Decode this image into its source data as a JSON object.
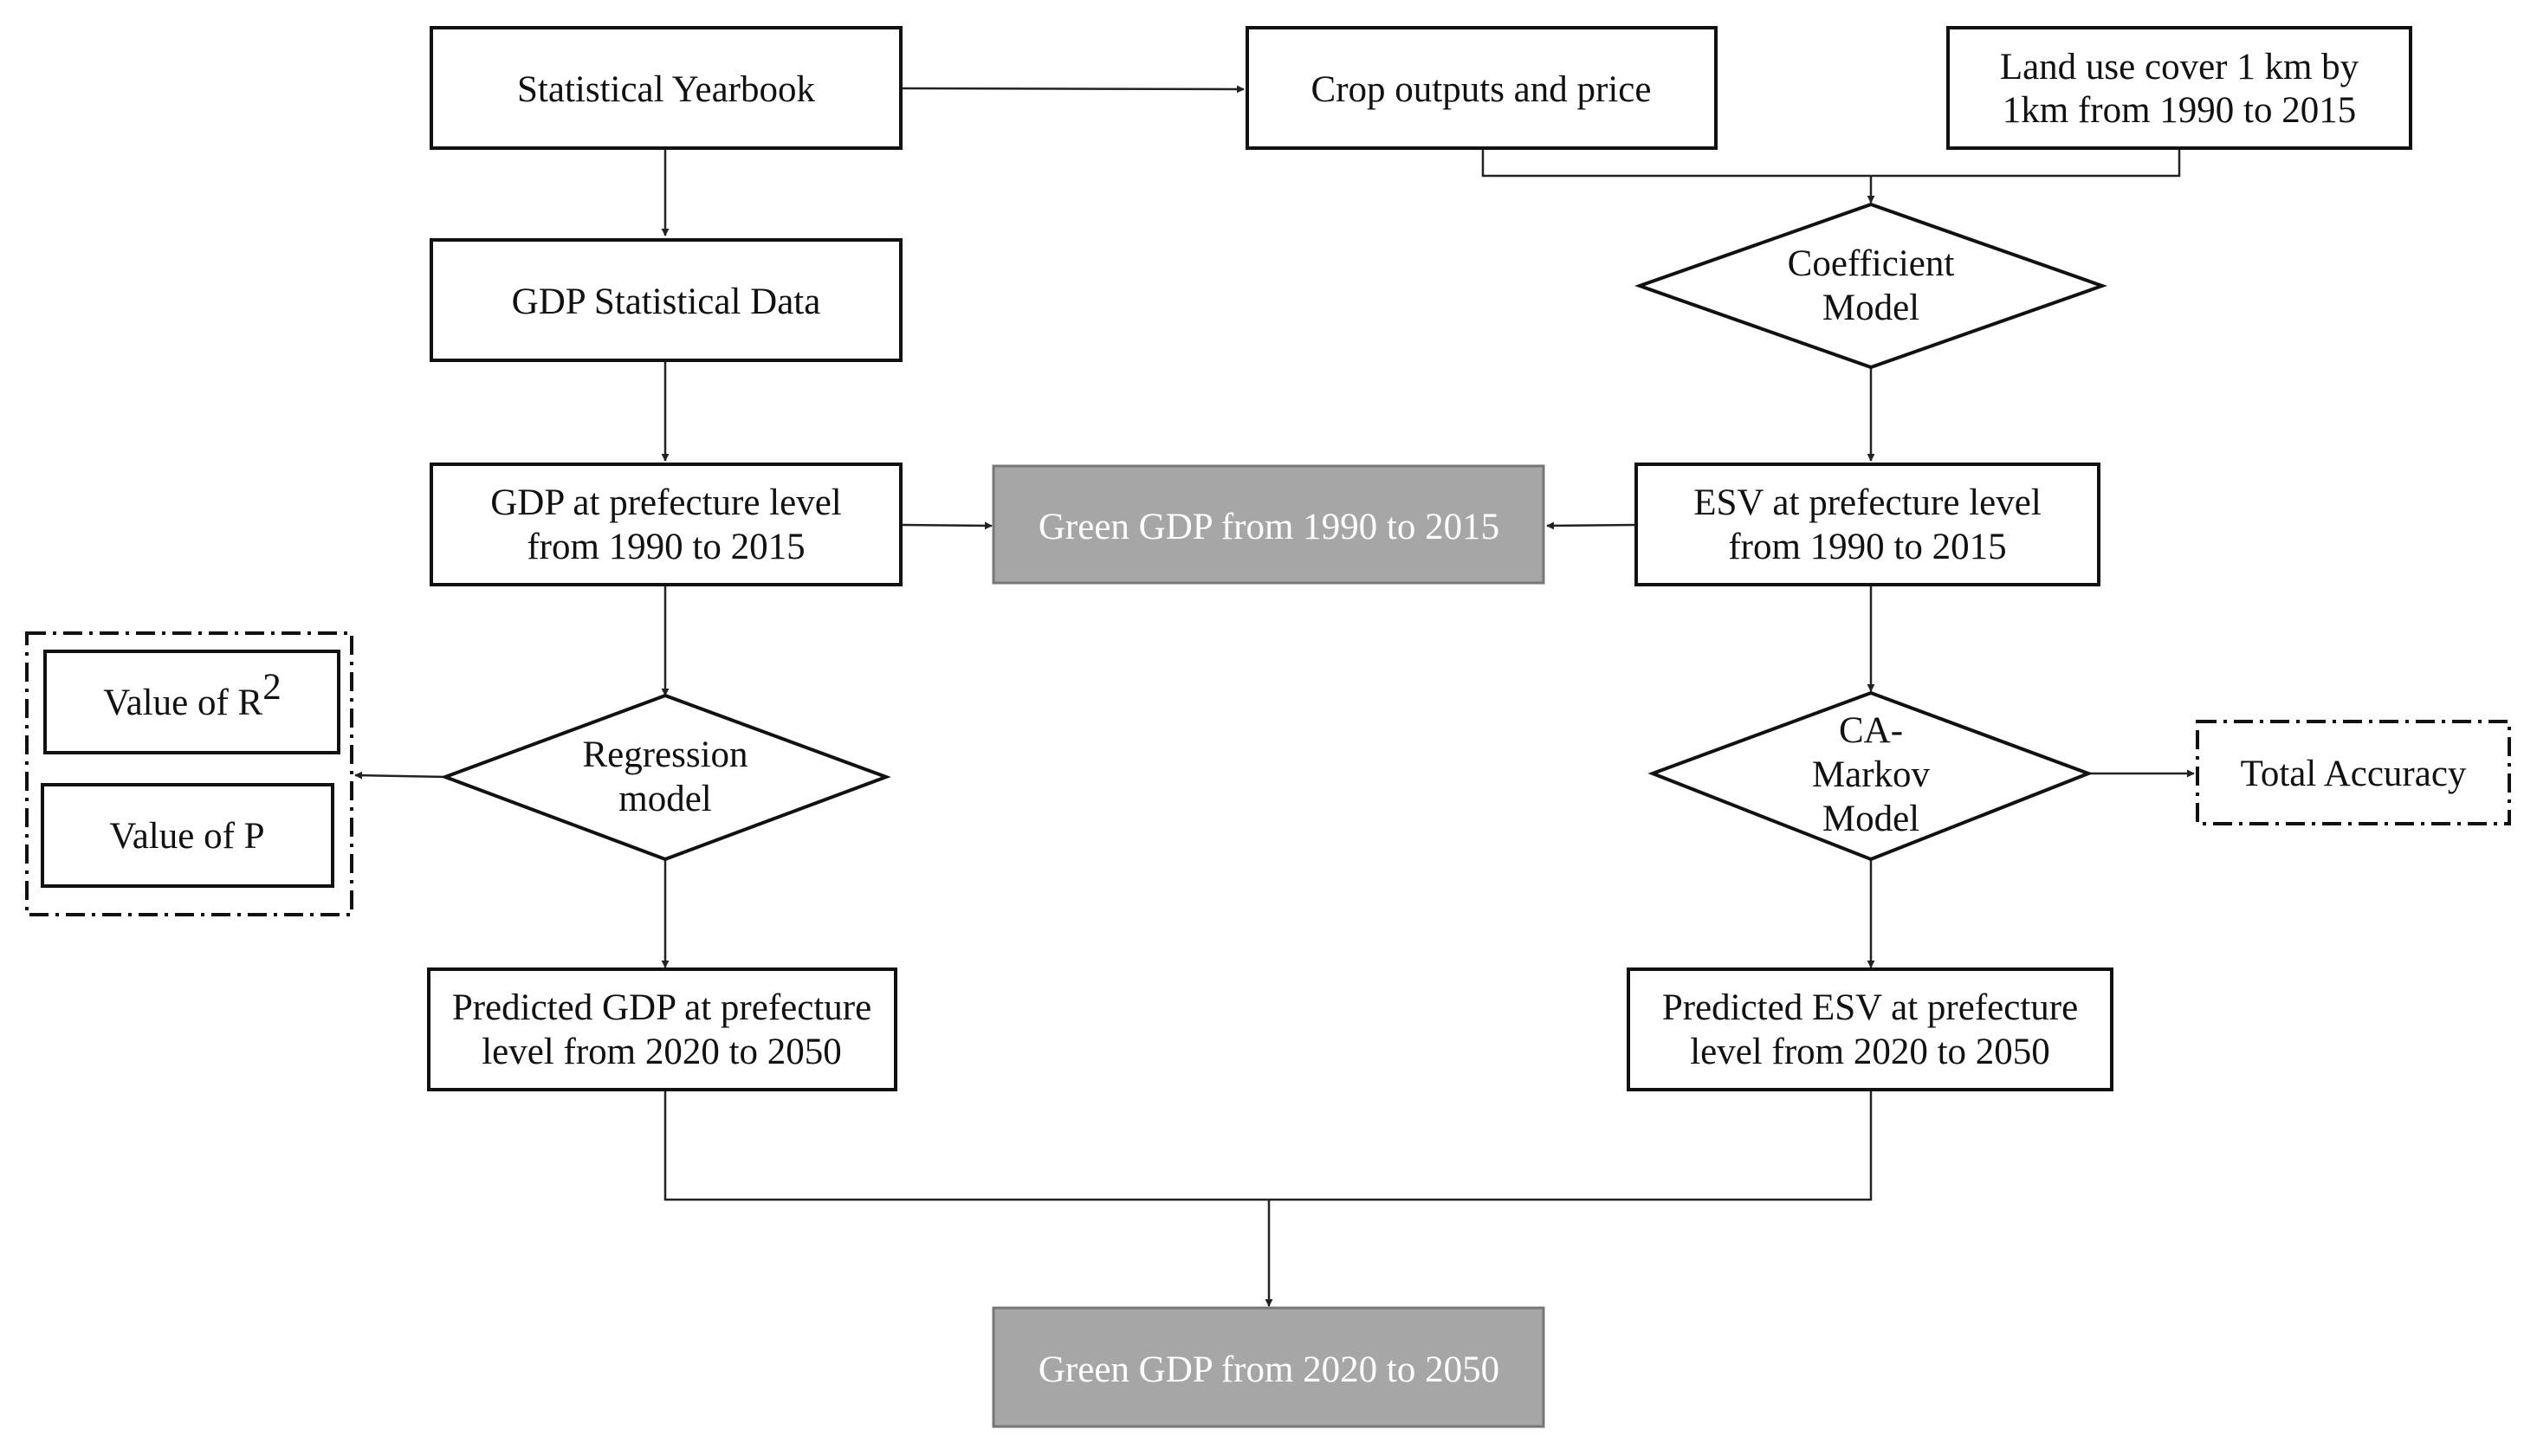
{
  "nodes": {
    "statistical_yearbook": "Statistical Yearbook",
    "crop_outputs": "Crop outputs and price",
    "land_use_line1": "Land use cover 1 km by",
    "land_use_line2": "1km from 1990 to 2015",
    "gdp_statistical_data": "GDP Statistical Data",
    "coefficient_line1": "Coefficient",
    "coefficient_line2": "Model",
    "gdp_prefecture_line1": "GDP at prefecture level",
    "gdp_prefecture_line2": "from 1990 to 2015",
    "green_gdp_past": "Green GDP from 1990 to 2015",
    "esv_prefecture_line1": "ESV at prefecture level",
    "esv_prefecture_line2": "from 1990 to 2015",
    "value_r2_prefix": "Value of R",
    "value_r2_sup": "2",
    "value_p": "Value of P",
    "regression_line1": "Regression",
    "regression_line2": "model",
    "ca_markov_line1": "CA-",
    "ca_markov_line2": "Markov",
    "ca_markov_line3": "Model",
    "total_accuracy": "Total Accuracy",
    "predicted_gdp_line1": "Predicted GDP at prefecture",
    "predicted_gdp_line2": "level from 2020 to 2050",
    "predicted_esv_line1": "Predicted ESV at prefecture",
    "predicted_esv_line2": "level from 2020 to 2050",
    "green_gdp_future": "Green GDP from 2020 to 2050"
  },
  "colors": {
    "highlight_fill": "#a6a6a6",
    "highlight_text": "#ffffff",
    "stroke": "#111111"
  }
}
